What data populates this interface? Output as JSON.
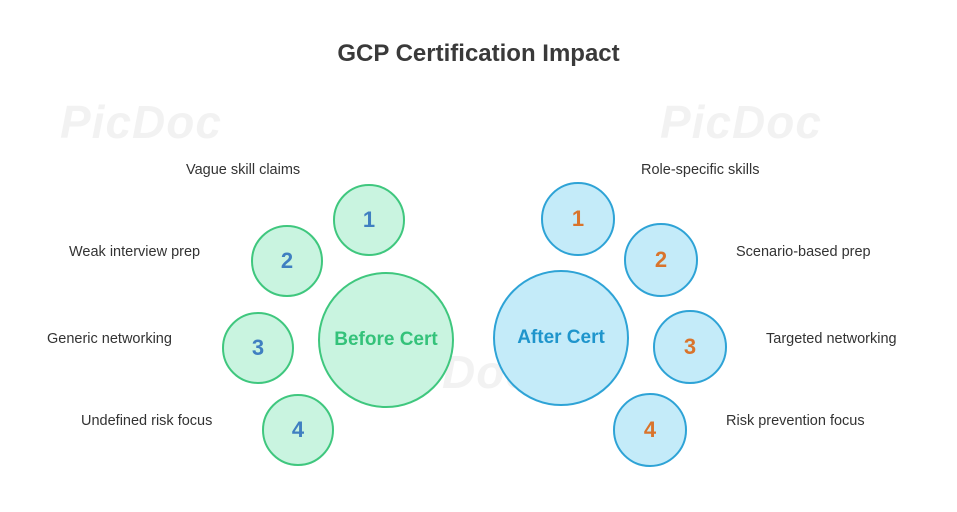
{
  "title": "GCP Certification Impact",
  "watermark": "PicDoc",
  "left": {
    "center_label": "Before Cert",
    "items": [
      {
        "number": "1",
        "label": "Vague skill claims"
      },
      {
        "number": "2",
        "label": "Weak interview prep"
      },
      {
        "number": "3",
        "label": "Generic networking"
      },
      {
        "number": "4",
        "label": "Undefined risk focus"
      }
    ]
  },
  "right": {
    "center_label": "After Cert",
    "items": [
      {
        "number": "1",
        "label": "Role-specific skills"
      },
      {
        "number": "2",
        "label": "Scenario-based prep"
      },
      {
        "number": "3",
        "label": "Targeted networking"
      },
      {
        "number": "4",
        "label": "Risk prevention focus"
      }
    ]
  },
  "colors": {
    "left_fill": "#c9f4e0",
    "left_stroke": "#3fc77e",
    "right_fill": "#c4ebf9",
    "right_stroke": "#2ea3d6",
    "left_number": "#3f7fc1",
    "right_number": "#d9742c"
  }
}
